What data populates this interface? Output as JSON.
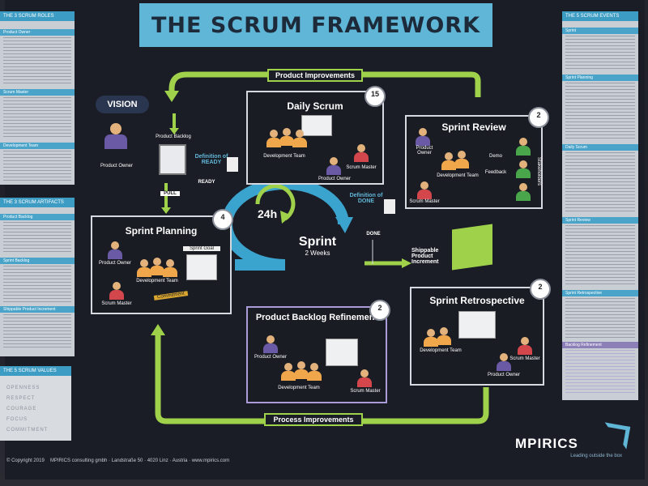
{
  "title": "THE SCRUM FRAMEWORK",
  "left_panel": {
    "roles_header": "THE 3 SCRUM ROLES",
    "roles": [
      "Product Owner",
      "Scrum Master",
      "Development Team"
    ],
    "artifacts_header": "THE 3 SCRUM ARTIFACTS",
    "artifacts": [
      "Product Backlog",
      "Sprint Backlog",
      "Shippable Product Increment"
    ],
    "values_header": "THE 5 SCRUM VALUES",
    "values": [
      "OPENNESS",
      "RESPECT",
      "COURAGE",
      "FOCUS",
      "COMMITMENT"
    ]
  },
  "right_panel": {
    "events_header": "THE 5 SCRUM EVENTS",
    "events": [
      "Sprint",
      "Sprint Planning",
      "Daily Scrum",
      "Sprint Review",
      "Sprint Retrospective",
      "Backlog Refinement"
    ]
  },
  "flow": {
    "product_improvements": "Product Improvements",
    "process_improvements": "Process Improvements",
    "vision": "VISION",
    "product_backlog": "Product Backlog",
    "product_owner": "Product Owner",
    "definition_ready": "Definition of READY",
    "ready": "READY",
    "pull": "PULL",
    "definition_done": "Definition of DONE",
    "done": "DONE",
    "shippable": "Shippable Product Increment",
    "cycle_24h": "24h",
    "sprint": "Sprint",
    "sprint_duration": "2 Weeks"
  },
  "events": {
    "daily_scrum": {
      "title": "Daily Scrum",
      "badge": "15",
      "team": "Development Team",
      "sm": "Scrum Master",
      "po": "Product Owner"
    },
    "sprint_review": {
      "title": "Sprint Review",
      "badge": "2",
      "po": "Product Owner",
      "team": "Development Team",
      "sm": "Scrum Master",
      "demo": "Demo",
      "feedback": "Feedback",
      "stakeholders": "Stakeholders"
    },
    "sprint_planning": {
      "title": "Sprint Planning",
      "badge": "4",
      "po": "Product Owner",
      "team": "Development Team",
      "sm": "Scrum Master",
      "goal": "Sprint Goal",
      "commitment": "Commitment"
    },
    "refinement": {
      "title": "Product Backlog Refinement",
      "badge": "2",
      "po": "Product Owner",
      "team": "Development Team",
      "sm": "Scrum Master"
    },
    "retrospective": {
      "title": "Sprint Retrospective",
      "badge": "2",
      "team": "Development Team",
      "sm": "Scrum Master",
      "po": "Product Owner"
    }
  },
  "footer": {
    "copyright": "© Copyright 2019",
    "company_text": "MPIRICS consulting gmbh · Landstraße 50 · 4020 Linz · Austria · www.mpirics.com",
    "logo": "MPIRICS",
    "tagline": "Leading outside the box"
  },
  "colors": {
    "accent_green": "#9fd24a",
    "accent_blue": "#5fb6d6",
    "poster_bg": "#1b1d26"
  }
}
